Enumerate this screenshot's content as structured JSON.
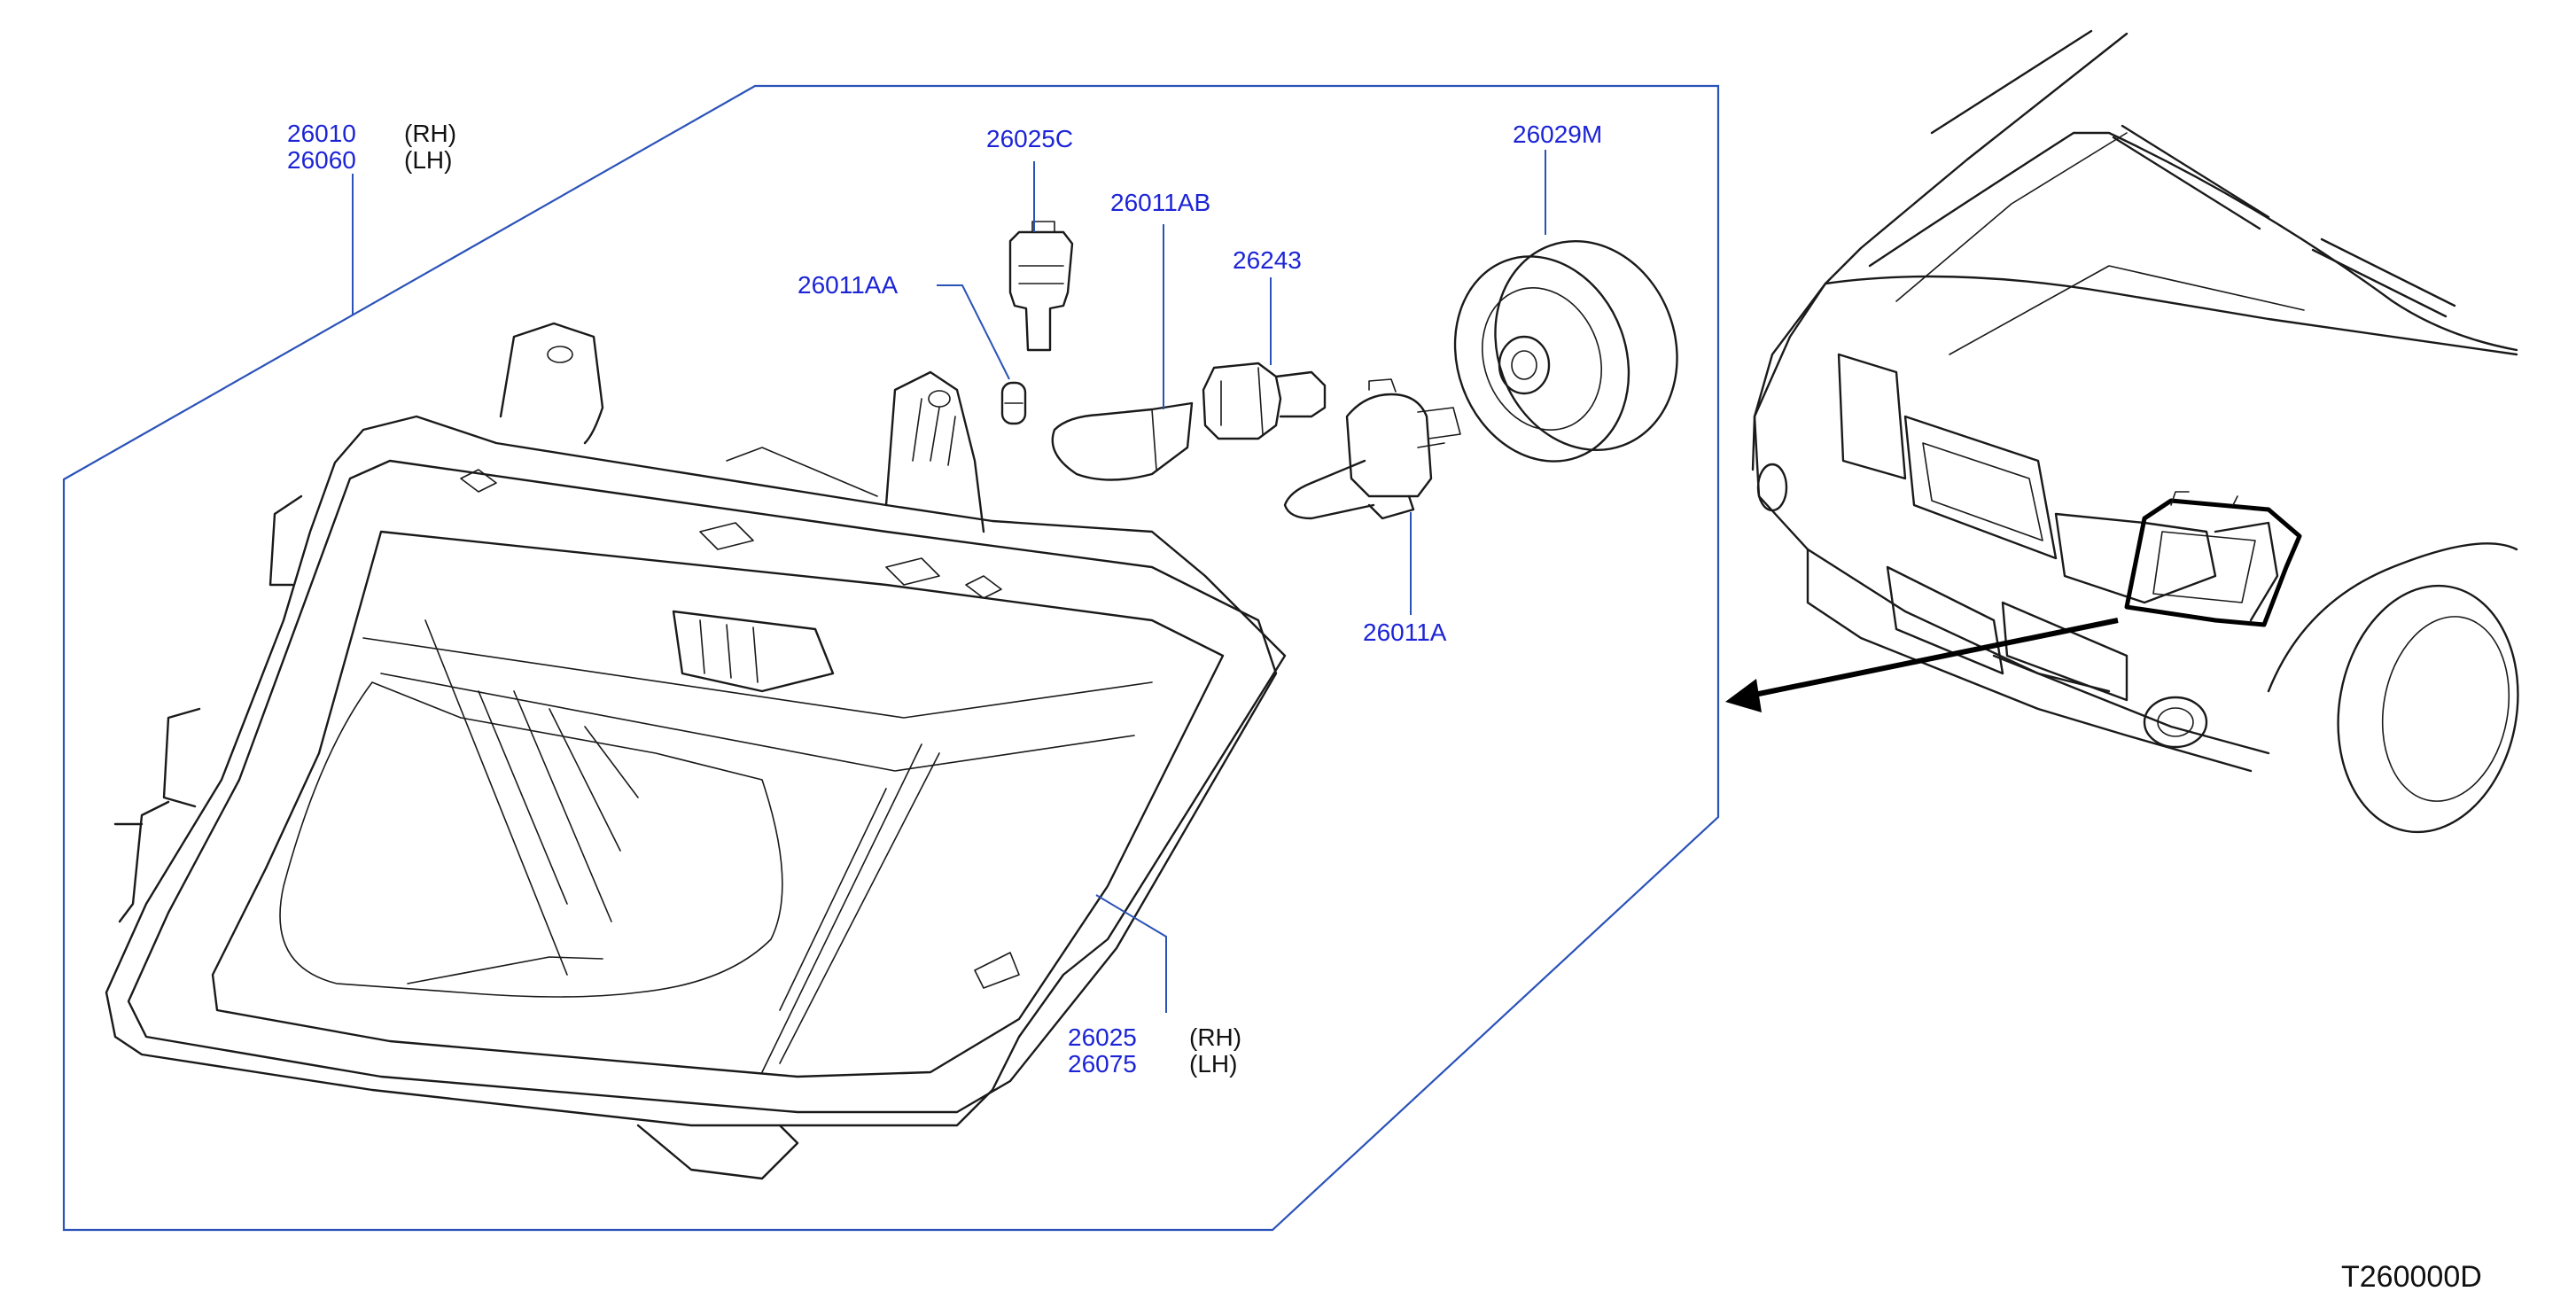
{
  "parts": {
    "headlamp_assy": {
      "rh": "26010",
      "lh": "26060",
      "rh_side": "(RH)",
      "lh_side": "(LH)"
    },
    "headlamp_housing": {
      "rh": "26025",
      "lh": "26075",
      "rh_side": "(RH)",
      "lh_side": "(LH)"
    },
    "socket_26025c": "26025C",
    "bulb_26011aa": "26011AA",
    "bulb_26011ab": "26011AB",
    "socket_26243": "26243",
    "cap_26029m": "26029M",
    "bulb_26011a": "26011A"
  },
  "figure_code": "T260000D",
  "colors": {
    "part_number": "#1c24d6",
    "leader": "#2a52b8",
    "line_art": "#1a1a1a"
  }
}
